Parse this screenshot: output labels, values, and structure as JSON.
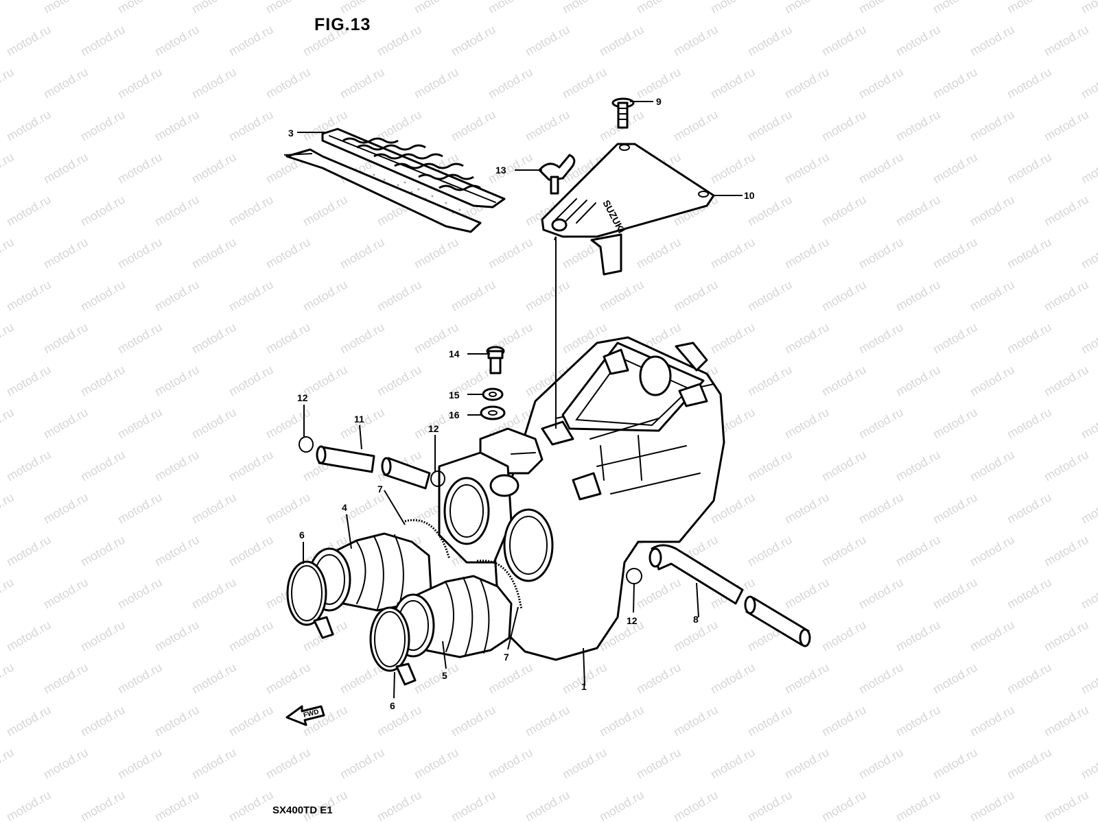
{
  "figure": {
    "title": "FIG.13",
    "model": "SX400TD E1",
    "watermark": "motod.ru",
    "arrow_text": "FWD"
  },
  "callouts": [
    {
      "id": "c1",
      "label": "1"
    },
    {
      "id": "c3",
      "label": "3"
    },
    {
      "id": "c4",
      "label": "4"
    },
    {
      "id": "c5",
      "label": "5"
    },
    {
      "id": "c6a",
      "label": "6"
    },
    {
      "id": "c6b",
      "label": "6"
    },
    {
      "id": "c7a",
      "label": "7"
    },
    {
      "id": "c7b",
      "label": "7"
    },
    {
      "id": "c8",
      "label": "8"
    },
    {
      "id": "c9",
      "label": "9"
    },
    {
      "id": "c10",
      "label": "10"
    },
    {
      "id": "c11",
      "label": "11"
    },
    {
      "id": "c12a",
      "label": "12"
    },
    {
      "id": "c12b",
      "label": "12"
    },
    {
      "id": "c12c",
      "label": "12"
    },
    {
      "id": "c13",
      "label": "13"
    },
    {
      "id": "c14",
      "label": "14"
    },
    {
      "id": "c15",
      "label": "15"
    },
    {
      "id": "c16",
      "label": "16"
    }
  ],
  "colors": {
    "ink": "#000000",
    "paper": "#ffffff",
    "watermark": "#d6d6d6"
  }
}
